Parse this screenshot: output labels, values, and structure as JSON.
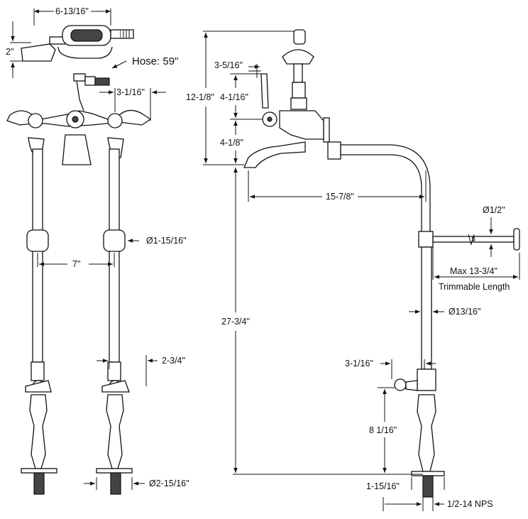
{
  "dimensions": {
    "handshower_width": "6-13/16\"",
    "handshower_height": "2\"",
    "hose": "Hose: 59\"",
    "valve_offset_top": "3-1/16\"",
    "leg_diameter": "Ø1-15/16\"",
    "center_spacing": "7\"",
    "valve_offset_bottom": "2-3/4\"",
    "flange_diameter": "Ø2-15/16\"",
    "handle_offset": "3-5/16\"",
    "overall_height_top": "12-1/8\"",
    "lever_height": "4-1/16\"",
    "spout_height": "4-1/8\"",
    "spout_reach": "15-7/8\"",
    "supply_diameter": "Ø1/2\"",
    "max_length": "Max 13-3/4\"",
    "trimmable": "Trimmable Length",
    "pipe_diameter": "Ø13/16\"",
    "overall_height_pipe": "27-3/4\"",
    "side_valve_offset": "3-1/16\"",
    "valve_height": "8 1/16\"",
    "base_diameter": "1-15/16\"",
    "thread": "1/2-14 NPS"
  },
  "colors": {
    "line": "#111111",
    "background": "#ffffff",
    "shade": "#444444"
  }
}
